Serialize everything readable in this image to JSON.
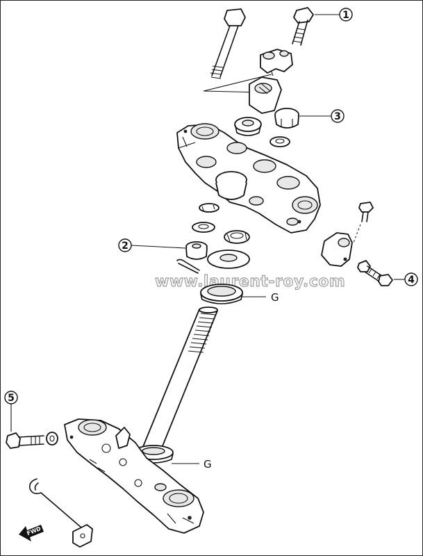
{
  "callouts": [
    {
      "id": "1",
      "label": "1"
    },
    {
      "id": "2",
      "label": "2"
    },
    {
      "id": "3",
      "label": "3"
    },
    {
      "id": "4",
      "label": "4"
    },
    {
      "id": "5",
      "label": "5"
    }
  ],
  "grease_labels": [
    "G",
    "G"
  ],
  "watermark": "www.laurent-roy.com",
  "fwd_label": "FWD"
}
